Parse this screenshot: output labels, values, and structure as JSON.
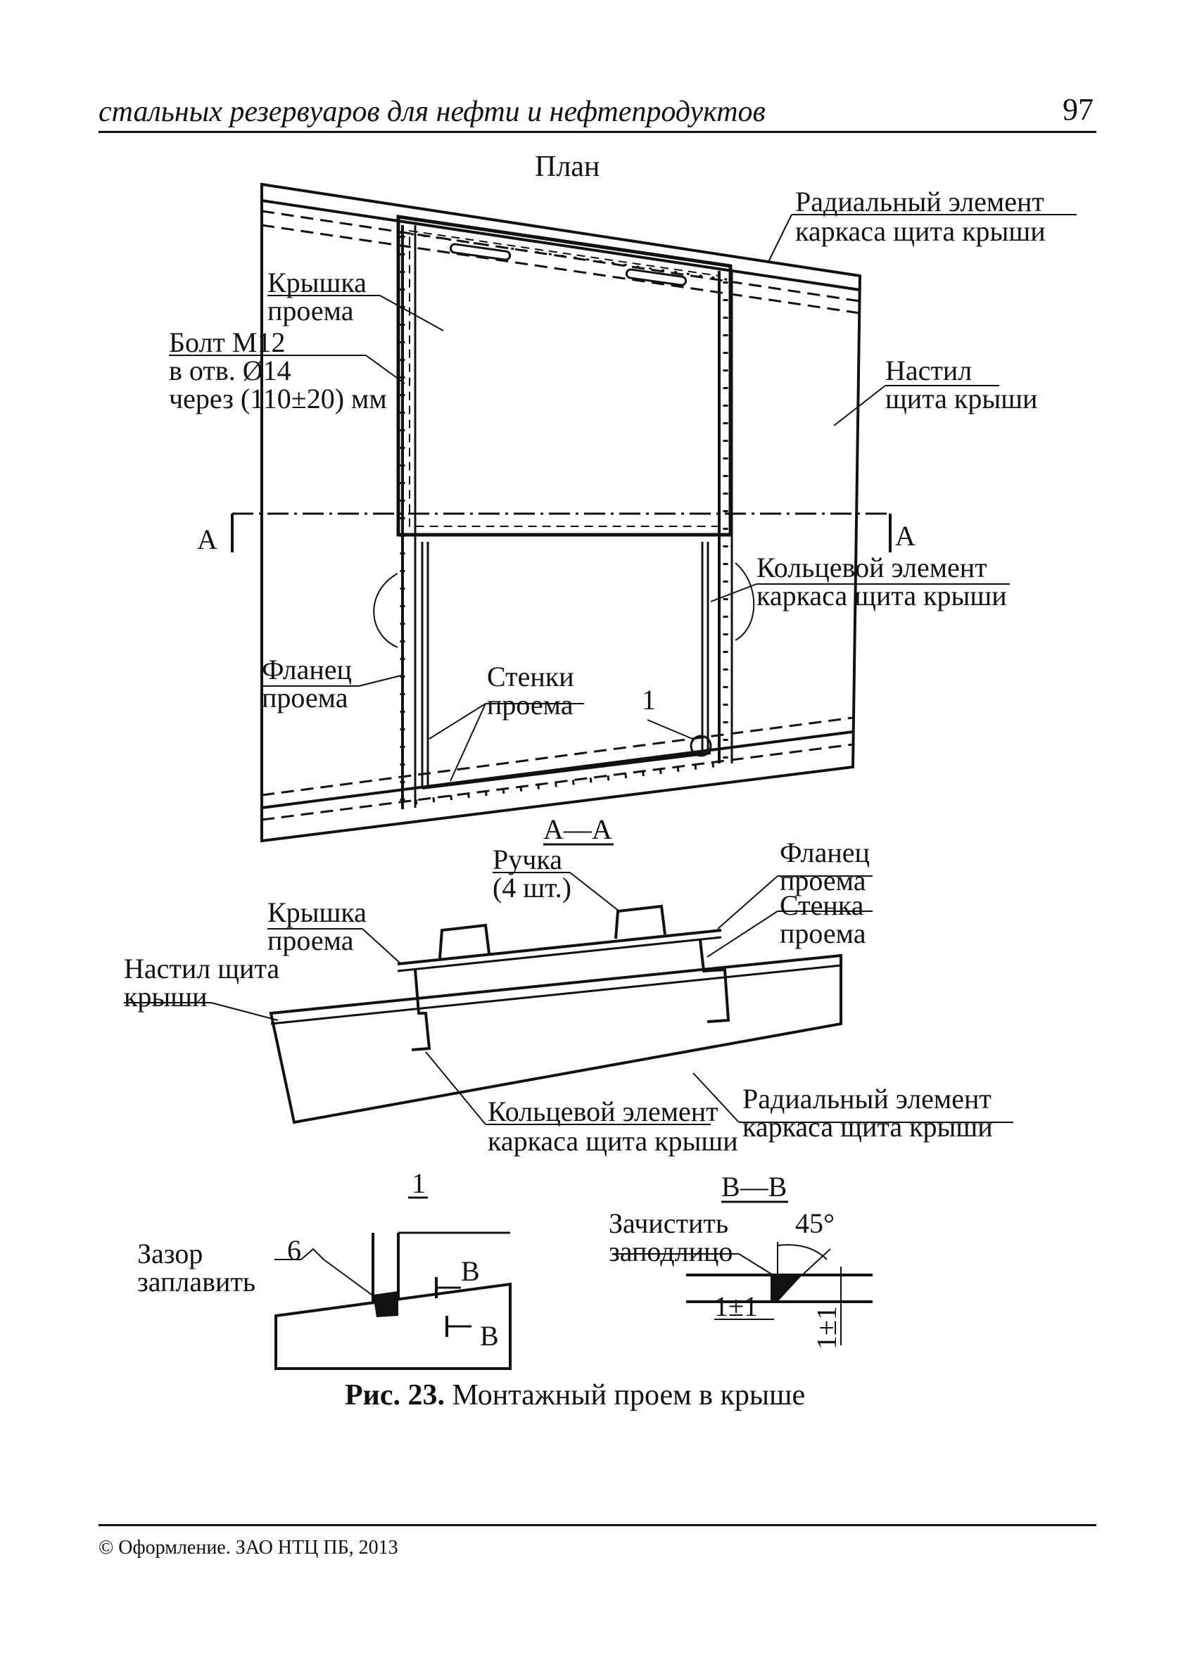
{
  "header": {
    "title": "стальных резервуаров для нефти и нефтепродуктов",
    "page_number": "97"
  },
  "figure": {
    "plan": {
      "title": "План",
      "labels": {
        "radial_1": "Радиальный элемент",
        "radial_2": "каркаса щита крыши",
        "cover_1": "Крышка",
        "cover_2": "проема",
        "bolt_1": "Болт М12",
        "bolt_2": "в отв. Ø14",
        "bolt_3": "через (110±20) мм",
        "deck_1": "Настил",
        "deck_2": "щита крыши",
        "section_a_left": "А",
        "section_a_right": "А",
        "ring_1": "Кольцевой элемент",
        "ring_2": "каркаса щита крыши",
        "flange_1": "Фланец",
        "flange_2": "проема",
        "walls_1": "Стенки",
        "walls_2": "проема",
        "detail_ref": "1"
      }
    },
    "section_aa": {
      "title": "А—А",
      "labels": {
        "handle_1": "Ручка",
        "handle_2": "(4 шт.)",
        "flange_1": "Фланец",
        "flange_2": "проема",
        "wall_1": "Стенка",
        "wall_2": "проема",
        "cover_1": "Крышка",
        "cover_2": "проема",
        "deck_1": "Настил щита",
        "deck_2": "крыши",
        "ring_1": "Кольцевой элемент",
        "ring_2": "каркаса щита крыши",
        "radial_1": "Радиальный элемент",
        "radial_2": "каркаса щита крыши"
      }
    },
    "detail_1": {
      "title": "1",
      "labels": {
        "gap_1": "Зазор",
        "gap_2": "заплавить",
        "weld": "6",
        "section_b_top": "В",
        "section_b_bottom": "В"
      }
    },
    "section_bb": {
      "title": "В—В",
      "labels": {
        "clean_1": "Зачистить",
        "clean_2": "заподлицо",
        "angle": "45°",
        "dim_h": "1±1",
        "dim_v": "1±1"
      }
    },
    "caption": {
      "number": "Рис. 23.",
      "text": " Монтажный проем в крыше"
    }
  },
  "footer": {
    "text": "© Оформление. ЗАО НТЦ ПБ, 2013"
  }
}
